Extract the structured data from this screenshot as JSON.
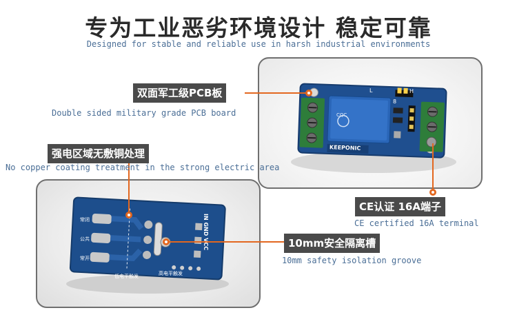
{
  "title": "专为工业恶劣环境设计  稳定可靠",
  "subtitle": "Designed for stable and reliable use in harsh industrial environments",
  "callouts": {
    "pcb": {
      "label": "双面军工级PCB板",
      "caption": "Double sided military grade PCB board"
    },
    "copper": {
      "label": "强电区域无敷铜处理",
      "caption": "No copper coating treatment in the strong electric area"
    },
    "ce": {
      "label": "CE认证 16A端子",
      "caption": "CE certified 16A terminal"
    },
    "groove": {
      "label": "10mm安全隔离槽",
      "caption": "10mm safety isolation groove"
    }
  },
  "board_top": {
    "brand": "KEEPONIC",
    "relay_mark": "CQC",
    "jumper_labels": [
      "L",
      "H"
    ],
    "number": "8"
  },
  "board_bottom": {
    "silk_pins": "IN GND VCC",
    "silk_terminals": [
      "常闭",
      "公共",
      "常开"
    ],
    "silk_footer": "低电平触发",
    "silk_small": "高电平触发"
  },
  "colors": {
    "accent": "#e3671f",
    "label_bg": "#4a4a4a",
    "caption": "#4a6e96",
    "pcb": "#1f4f8f",
    "terminal": "#2e7d3a"
  }
}
